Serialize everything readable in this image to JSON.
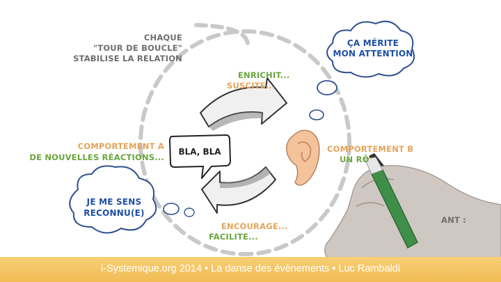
{
  "labels": {
    "chaque_line1": "CHAQUE",
    "chaque_line2": "\"TOUR DE BOUCLE\"",
    "chaque_line3": "STABILISE LA RELATION",
    "enrichit": "ENRICHIT...",
    "suscite": "SUSCITE...",
    "comportement_a": "COMPORTEMENT A",
    "nouvelles_reactions": "DE NOUVELLES RÉACTIONS...",
    "comportement_b": "COMPORTEMENT B",
    "un_role": "UN RÔ",
    "encourage": "ENCOURAGE...",
    "facilite": "FACILITE...",
    "ant": "ANT :"
  },
  "bubbles": {
    "speech": "BLA, BLA",
    "cloud_right_line1": "ÇA MÉRITE",
    "cloud_right_line2": "MON ATTENTION",
    "cloud_left_line1": "JE ME SENS",
    "cloud_left_line2": "RECONNU(E)"
  },
  "footer": {
    "text": "i-Systemique.org 2014 • La danse des évènements • Luc Rambaldi"
  },
  "colors": {
    "blue_text": "#1f4fa8",
    "green_text": "#6aa63c",
    "orange_text": "#e3a45a",
    "gray_text": "#6e6e6e",
    "footer_bar": "#f2bc55"
  }
}
